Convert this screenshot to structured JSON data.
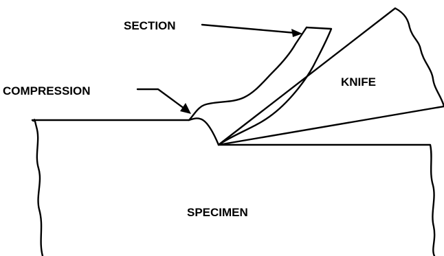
{
  "labels": {
    "section": "SECTION",
    "compression": "COMPRESSION",
    "knife": "KNIFE",
    "specimen": "SPECIMEN"
  }
}
